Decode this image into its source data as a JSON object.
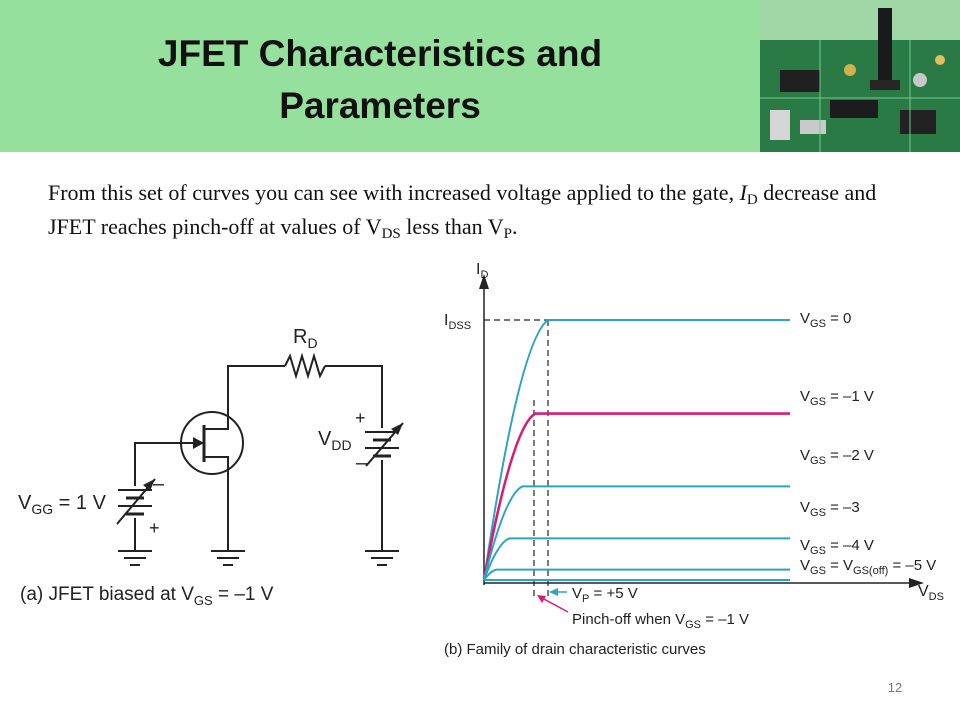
{
  "slide": {
    "title_line1": "JFET Characteristics and",
    "title_line2": "Parameters",
    "page_number": "12",
    "colors": {
      "header_bg": "#96e09e",
      "curve_blue": "#2ba3c4",
      "curve_magenta": "#d81b73"
    }
  },
  "body": {
    "p1": "From this set of curves you can see with increased voltage applied to the gate, ",
    "id_i": "I",
    "id_sub": "D",
    "p2": " decrease and JFET reaches pinch-off at values of V",
    "vds_sub": "DS",
    "p3": " less than V",
    "vp_sub": "P",
    "p4": "."
  },
  "circuit": {
    "rd": {
      "main": "R",
      "sub": "D"
    },
    "vdd": {
      "main": "V",
      "sub": "DD"
    },
    "vgg": {
      "main": "V",
      "sub": "GG",
      "rest": " = 1 V"
    },
    "vdd_plus": "+",
    "vdd_minus": "–",
    "vgg_plus": "+",
    "vgg_minus": "–",
    "caption": {
      "pre": "(a) JFET biased at V",
      "sub": "GS",
      "post": " = –1 V"
    }
  },
  "graph": {
    "y_axis": {
      "main": "I",
      "sub": "D"
    },
    "x_axis": {
      "main": "V",
      "sub": "DS"
    },
    "idss": {
      "main": "I",
      "sub": "DSS"
    },
    "curve_labels": [
      {
        "main": "V",
        "sub": "GS",
        "rest": " = 0"
      },
      {
        "main": "V",
        "sub": "GS",
        "rest": " = –1 V"
      },
      {
        "main": "V",
        "sub": "GS",
        "rest": " = –2 V"
      },
      {
        "main": "V",
        "sub": "GS",
        "rest": " = –3"
      },
      {
        "main": "V",
        "sub": "GS",
        "rest": " = –4 V"
      },
      {
        "main": "V",
        "sub": "GS",
        "rest": " = V",
        "sub2": "GS(off)",
        "rest2": " = –5 V"
      }
    ],
    "vp_note": {
      "main": "V",
      "sub": "P",
      "rest": " = +5 V"
    },
    "pinch_note": {
      "pre": "Pinch-off when V",
      "sub": "GS",
      "post": " = –1 V"
    },
    "caption": "(b) Family of drain characteristic curves"
  },
  "chart_data": {
    "type": "line",
    "title": "",
    "xlabel": "VDS",
    "ylabel": "ID",
    "series": [
      {
        "name": "VGS = 0",
        "level": 1.0,
        "knee": 1.0
      },
      {
        "name": "VGS = –1 V",
        "level": 0.64,
        "knee": 0.8
      },
      {
        "name": "VGS = –2 V",
        "level": 0.36,
        "knee": 0.6
      },
      {
        "name": "VGS = –3",
        "level": 0.16,
        "knee": 0.4
      },
      {
        "name": "VGS = –4 V",
        "level": 0.04,
        "knee": 0.2
      },
      {
        "name": "VGS = VGS(off) = –5 V",
        "level": 0.0,
        "knee": 0.0
      }
    ]
  }
}
